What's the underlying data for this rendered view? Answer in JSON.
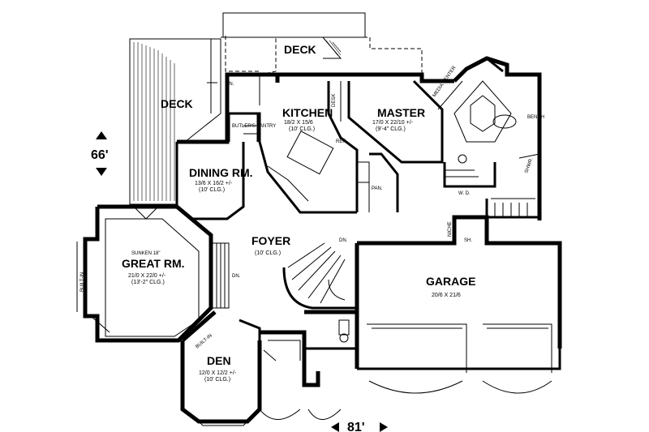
{
  "rooms": {
    "deck_upper": {
      "name": "DECK"
    },
    "deck_left": {
      "name": "DECK"
    },
    "kitchen": {
      "name": "KITCHEN",
      "size": "18/2 X 15/6",
      "ceiling": "(10' CLG.)"
    },
    "master": {
      "name": "MASTER",
      "size": "17/0 X 22/10 +/-",
      "ceiling": "(9'-4\" CLG.)"
    },
    "dining": {
      "name": "DINING RM.",
      "size": "13/6 X 16/2 +/-",
      "ceiling": "(10' CLG.)"
    },
    "great": {
      "note": "SUNKEN 18\"",
      "name": "GREAT RM.",
      "size": "21/0 X 22/0 +/-",
      "ceiling": "(13'-2\" CLG.)"
    },
    "foyer": {
      "name": "FOYER",
      "ceiling": "(10' CLG.)"
    },
    "den": {
      "name": "DEN",
      "size": "12/0 X 12/2 +/-",
      "ceiling": "(10' CLG.)"
    },
    "garage": {
      "name": "GARAGE",
      "size": "20/6 X 21/6"
    }
  },
  "labels": {
    "butlers_pantry": "BUTLER'S PANTRY",
    "desk": "DESK",
    "ref": "REF.",
    "pan": "PAN.",
    "media": "MEDIA CENTER",
    "bench": "BENCH",
    "shwr": "SHWR.",
    "wd": "W.   D.",
    "niche": "NICHE",
    "sh": "SH.",
    "built_in_great": "BUILT-IN",
    "built_in_den": "BUILT-IN",
    "dn_deck": "DN.",
    "dn_great": "DN.",
    "dn_stairs": "DN."
  },
  "dimensions": {
    "depth": "66'",
    "width": "81'"
  }
}
